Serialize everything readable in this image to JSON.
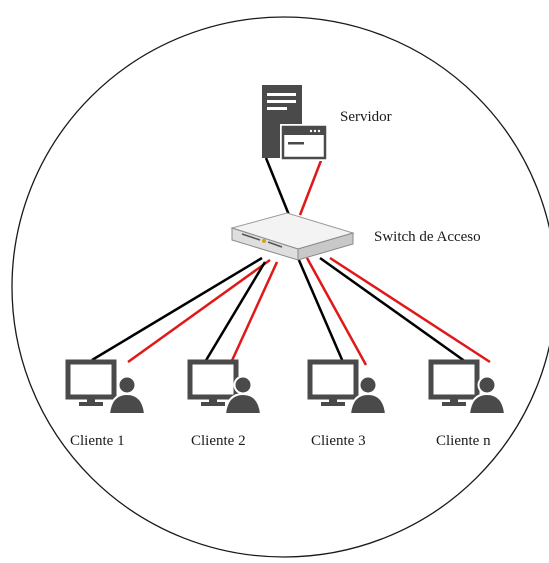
{
  "labels": {
    "server": "Servidor",
    "switch": "Switch de Acceso",
    "clients": [
      "Cliente 1",
      "Cliente 2",
      "Cliente 3",
      "Cliente n"
    ]
  },
  "icons": {
    "server": "server-tower-with-window-icon",
    "switch": "network-switch-icon",
    "client": "desktop-monitor-with-user-icon"
  },
  "colors": {
    "line_black": "#000000",
    "line_red": "#e01818",
    "icon_gray": "#4a4a4a",
    "circle": "#1a1a1a"
  }
}
